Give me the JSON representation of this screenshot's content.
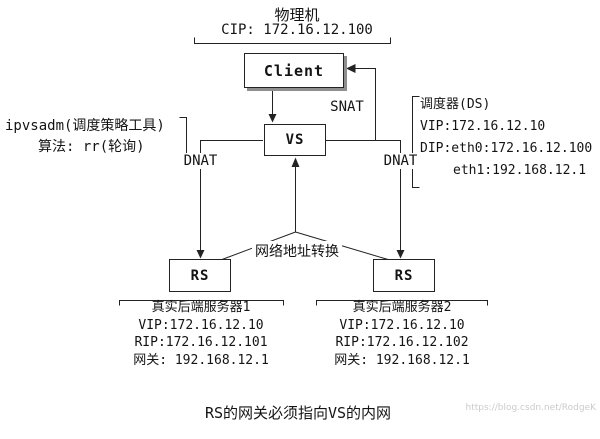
{
  "diagram": {
    "top": {
      "machine": "物理机",
      "cip": "CIP: 172.16.12.100"
    },
    "nodes": {
      "client": "Client",
      "vs": "VS",
      "rs1": "RS",
      "rs2": "RS"
    },
    "edges": {
      "snat": "SNAT",
      "dnat_left": "DNAT",
      "dnat_right": "DNAT",
      "nat_caption": "网络地址转换"
    },
    "ipvsadm_note": {
      "line1": "ipvsadm(调度策略工具)",
      "line2": "算法: rr(轮询)"
    },
    "ds_note": {
      "title": "调度器(DS)",
      "vip": "VIP:172.16.12.10",
      "dip": "DIP:eth0:172.16.12.100",
      "eth1": "eth1:192.168.12.1"
    },
    "rs1": {
      "title": "真实后端服务器1",
      "vip": "VIP:172.16.12.10",
      "rip": "RIP:172.16.12.101",
      "gateway": "网关: 192.168.12.1"
    },
    "rs2": {
      "title": "真实后端服务器2",
      "vip": "VIP:172.16.12.10",
      "rip": "RIP:172.16.12.102",
      "gateway": "网关: 192.168.12.1"
    },
    "footer": {
      "caption": "RS的网关必须指向VS的内网"
    },
    "watermark": "https://blog.csdn.net/RodgeK"
  }
}
